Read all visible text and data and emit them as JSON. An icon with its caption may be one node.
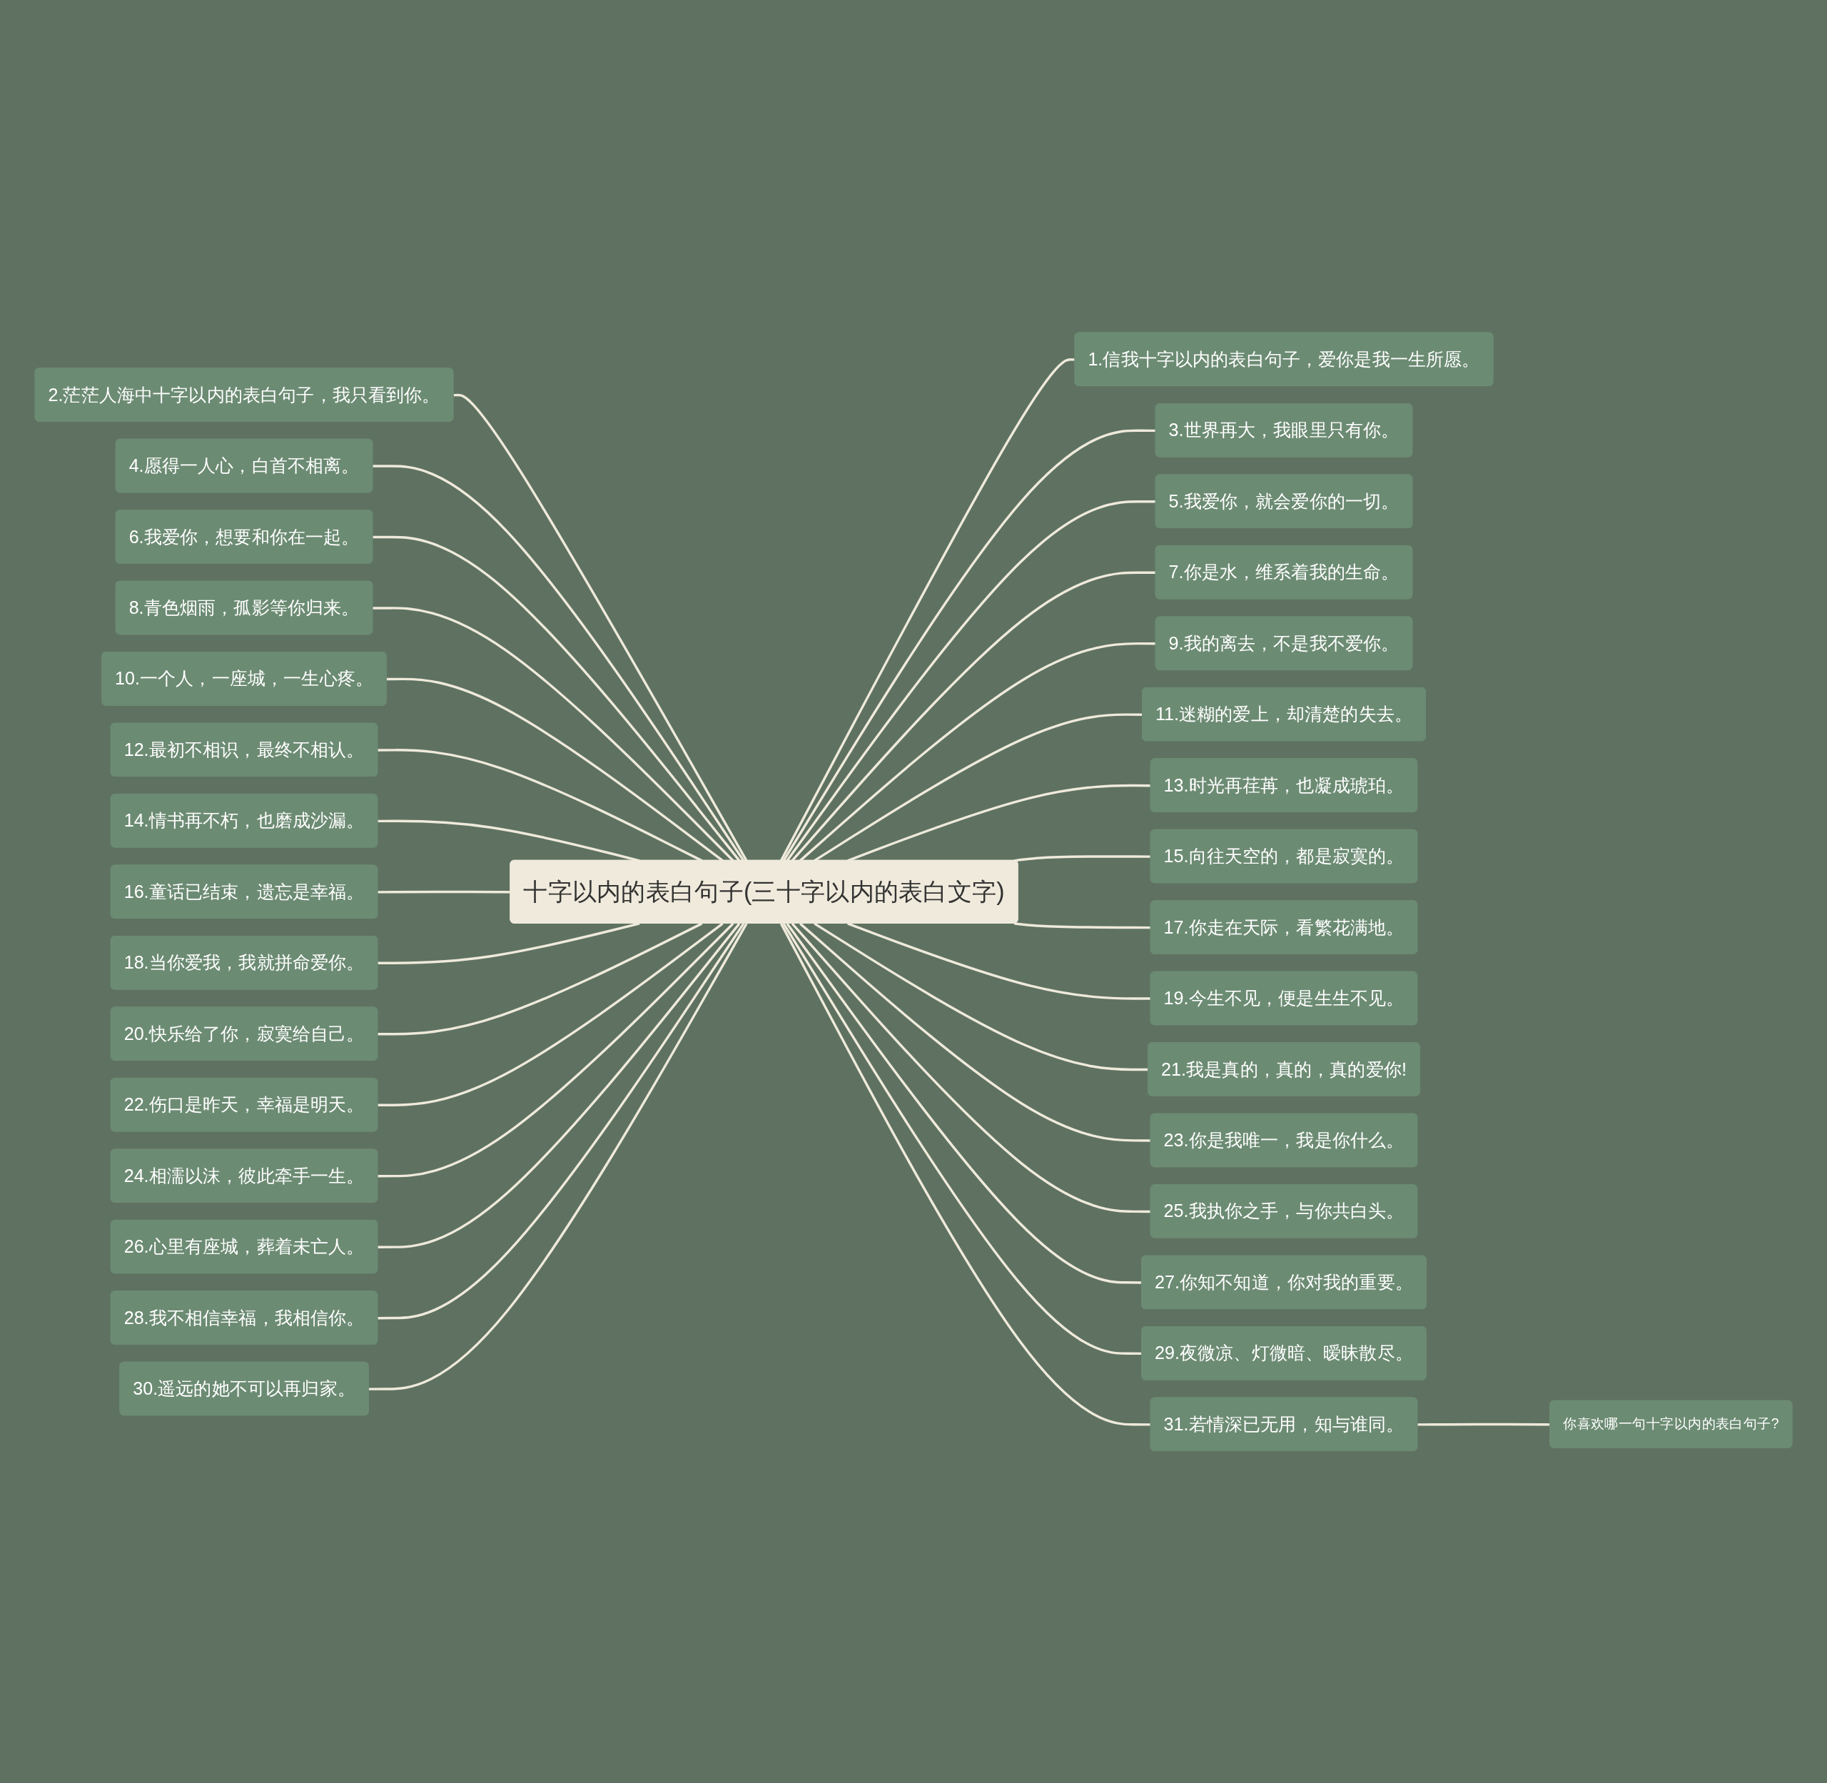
{
  "diagram": {
    "nodes": [
      {
        "text": [
          "十字以内的表白句子(三十字以内的表白文字)"
        ]
      },
      {
        "text": [
          "1.信我十字以内的表白句子，爱你是我一生所愿。"
        ]
      },
      {
        "text": [
          "2.茫茫人海中十字以内的表白句子，我只看到你。"
        ]
      },
      {
        "text": [
          "3.世界再大，我眼里只有你。"
        ]
      },
      {
        "text": [
          "4.愿得一人心，白首不相离。"
        ]
      },
      {
        "text": [
          "5.我爱你，就会爱你的一切。"
        ]
      },
      {
        "text": [
          "6.我爱你，想要和你在一起。"
        ]
      },
      {
        "text": [
          "7.你是水，维系着我的生命。"
        ]
      },
      {
        "text": [
          "8.青色烟雨，孤影等你归来。"
        ]
      },
      {
        "text": [
          "9.我的离去，不是我不爱你。"
        ]
      },
      {
        "text": [
          "10.一个人，一座城，一生心疼。"
        ]
      },
      {
        "text": [
          "11.迷糊的爱上，却清楚的失去。"
        ]
      },
      {
        "text": [
          "12.最初不相识，最终不相认。"
        ]
      },
      {
        "text": [
          "13.时光再荏苒，也凝成琥珀。"
        ]
      },
      {
        "text": [
          "14.情书再不朽，也磨成沙漏。"
        ]
      },
      {
        "text": [
          "15.向往天空的，都是寂寞的。"
        ]
      },
      {
        "text": [
          "16.童话已结束，遗忘是幸福。"
        ]
      },
      {
        "text": [
          "17.你走在天际，看繁花满地。"
        ]
      },
      {
        "text": [
          "18.当你爱我，我就拼命爱你。"
        ]
      },
      {
        "text": [
          "19.今生不见，便是生生不见。"
        ]
      },
      {
        "text": [
          "20.快乐给了你，寂寞给自己。"
        ]
      },
      {
        "text": [
          "21.我是真的，真的，真的爱你!"
        ]
      },
      {
        "text": [
          "22.伤口是昨天，幸福是明天。"
        ]
      },
      {
        "text": [
          "23.你是我唯一，我是你什么。"
        ]
      },
      {
        "text": [
          "24.相濡以沫，彼此牵手一生。"
        ]
      },
      {
        "text": [
          "25.我执你之手，与你共白头。"
        ]
      },
      {
        "text": [
          "26.心里有座城，葬着未亡人。"
        ]
      },
      {
        "text": [
          "27.你知不知道，你对我的重要。"
        ]
      },
      {
        "text": [
          "28.我不相信幸福，我相信你。"
        ]
      },
      {
        "text": [
          "29.夜微凉、灯微暗、暧昧散尽。"
        ]
      },
      {
        "text": [
          "30.遥远的她不可以再归家。"
        ]
      },
      {
        "text": [
          "31.若情深已无用，知与谁同。"
        ]
      },
      {
        "text": [
          "你喜欢哪一句十字以内的表白句子?"
        ]
      }
    ],
    "edges": [
      {
        "from": 0,
        "to": 1,
        "arrow": "none"
      },
      {
        "from": 0,
        "to": 2,
        "arrow": "none"
      },
      {
        "from": 0,
        "to": 3,
        "arrow": "none"
      },
      {
        "from": 0,
        "to": 4,
        "arrow": "none"
      },
      {
        "from": 0,
        "to": 5,
        "arrow": "none"
      },
      {
        "from": 0,
        "to": 6,
        "arrow": "none"
      },
      {
        "from": 0,
        "to": 7,
        "arrow": "none"
      },
      {
        "from": 0,
        "to": 8,
        "arrow": "none"
      },
      {
        "from": 0,
        "to": 9,
        "arrow": "none"
      },
      {
        "from": 0,
        "to": 10,
        "arrow": "none"
      },
      {
        "from": 0,
        "to": 11,
        "arrow": "none"
      },
      {
        "from": 0,
        "to": 12,
        "arrow": "none"
      },
      {
        "from": 0,
        "to": 13,
        "arrow": "none"
      },
      {
        "from": 0,
        "to": 14,
        "arrow": "none"
      },
      {
        "from": 0,
        "to": 15,
        "arrow": "none"
      },
      {
        "from": 0,
        "to": 16,
        "arrow": "none"
      },
      {
        "from": 0,
        "to": 17,
        "arrow": "none"
      },
      {
        "from": 0,
        "to": 18,
        "arrow": "none"
      },
      {
        "from": 0,
        "to": 19,
        "arrow": "none"
      },
      {
        "from": 0,
        "to": 20,
        "arrow": "none"
      },
      {
        "from": 0,
        "to": 21,
        "arrow": "none"
      },
      {
        "from": 0,
        "to": 22,
        "arrow": "none"
      },
      {
        "from": 0,
        "to": 23,
        "arrow": "none"
      },
      {
        "from": 0,
        "to": 24,
        "arrow": "none"
      },
      {
        "from": 0,
        "to": 25,
        "arrow": "none"
      },
      {
        "from": 0,
        "to": 26,
        "arrow": "none"
      },
      {
        "from": 0,
        "to": 27,
        "arrow": "none"
      },
      {
        "from": 0,
        "to": 28,
        "arrow": "none"
      },
      {
        "from": 0,
        "to": 29,
        "arrow": "none"
      },
      {
        "from": 0,
        "to": 30,
        "arrow": "none"
      },
      {
        "from": 0,
        "to": 31,
        "arrow": "none"
      },
      {
        "from": 31,
        "to": 32,
        "arrow": "none"
      }
    ]
  }
}
